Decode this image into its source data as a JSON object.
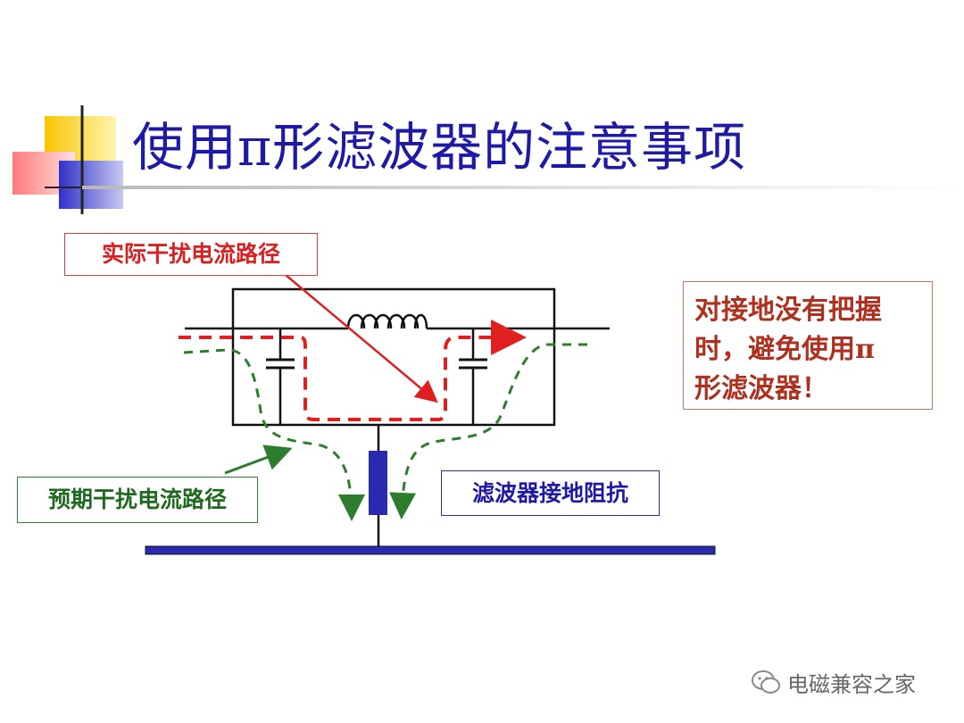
{
  "title": "使用π形滤波器的注意事项",
  "labels": {
    "actual_path": "实际干扰电流路径",
    "expected_path": "预期干扰电流路径",
    "ground_impedance": "滤波器接地阻抗"
  },
  "note": {
    "lines": [
      "对接地没有把握",
      "时，避免使用π",
      "形滤波器！"
    ]
  },
  "watermark": "电磁兼容之家",
  "colors": {
    "title": "#1f1aa6",
    "actual_path": "#e02020",
    "expected_path": "#2e7d2e",
    "ground": "#2a2ab0",
    "note": "#b03020"
  }
}
